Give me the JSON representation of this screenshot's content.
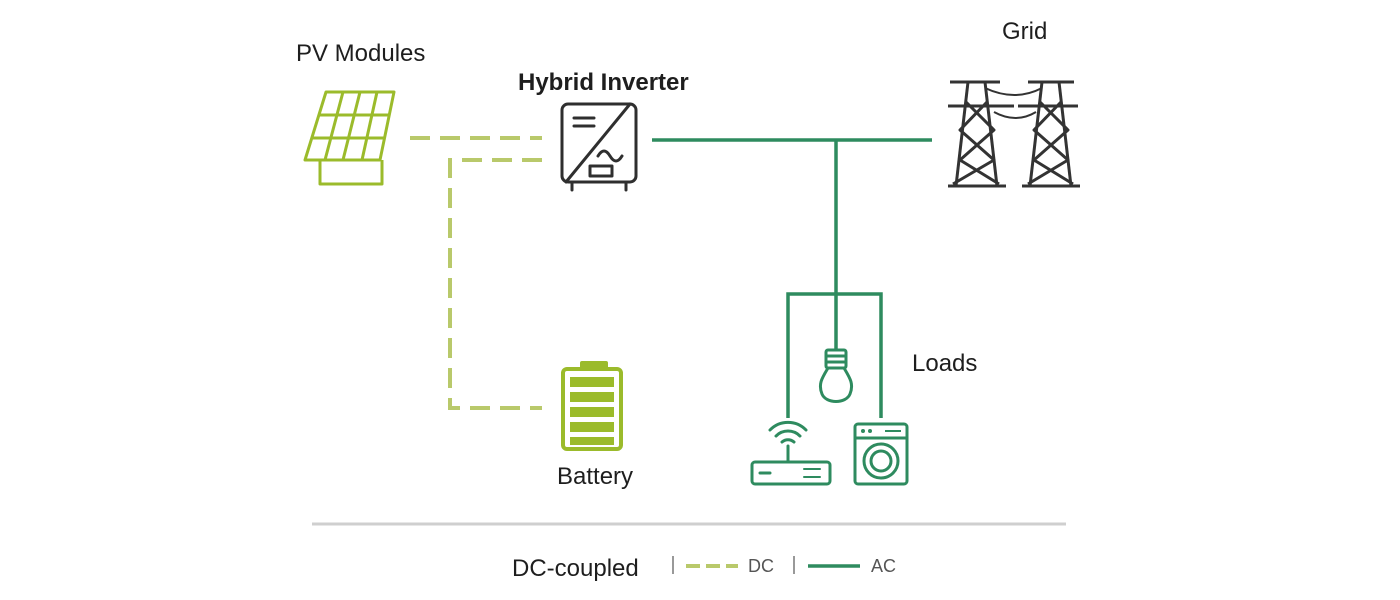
{
  "labels": {
    "pv_modules": "PV Modules",
    "hybrid_inverter": "Hybrid Inverter",
    "grid": "Grid",
    "loads": "Loads",
    "battery": "Battery"
  },
  "legend": {
    "title": "DC-coupled",
    "dc": "DC",
    "ac": "AC"
  },
  "colors": {
    "dc_line": "#b9c96b",
    "ac_line": "#2e8b5f",
    "solar_battery": "#9bbb2b",
    "inverter": "#2f2f2f",
    "tower": "#333333",
    "separator": "#cfcfcf"
  },
  "icons": [
    "solar-panel-icon",
    "inverter-icon",
    "transmission-tower-icon",
    "battery-icon",
    "light-bulb-icon",
    "router-icon",
    "washing-machine-icon"
  ]
}
